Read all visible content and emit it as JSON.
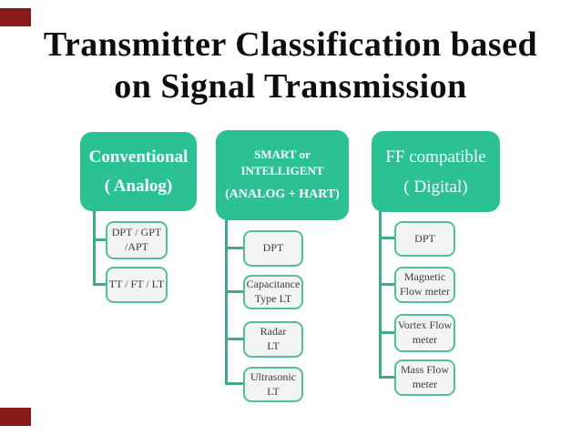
{
  "title": {
    "line1": "Transmitter Classification based",
    "line2": "on Signal Transmission"
  },
  "tree": {
    "columns": [
      {
        "id": "conventional",
        "header": {
          "line1": "Conventional",
          "line2": "( Analog)"
        },
        "children": [
          {
            "label": "DPT / GPT\n/APT"
          },
          {
            "label": "TT / FT / LT"
          }
        ]
      },
      {
        "id": "smart-intelligent",
        "header": {
          "line1": "SMART or",
          "line2": "INTELLIGENT",
          "line3": "(ANALOG + HART)"
        },
        "children": [
          {
            "label": "DPT"
          },
          {
            "label": "Capacitance\nType LT"
          },
          {
            "label": "Radar\nLT"
          },
          {
            "label": "Ultrasonic\nLT"
          }
        ]
      },
      {
        "id": "ff-compatible",
        "header": {
          "line1": "FF compatible",
          "line2": "( Digital)"
        },
        "children": [
          {
            "label": "DPT"
          },
          {
            "label": "Magnetic\nFlow meter"
          },
          {
            "label": "Vortex Flow\nmeter"
          },
          {
            "label": "Mass Flow\nmeter"
          }
        ]
      }
    ]
  },
  "colors": {
    "node_green": "#2bc193",
    "child_border_green": "#4fbf9e",
    "connector_green": "#3fa98c",
    "child_bg": "#f3f3f3",
    "accent_red": "#8a1a1a",
    "title_text": "#0e0e0e",
    "child_text": "#3d3d3d",
    "background": "#ffffff"
  }
}
